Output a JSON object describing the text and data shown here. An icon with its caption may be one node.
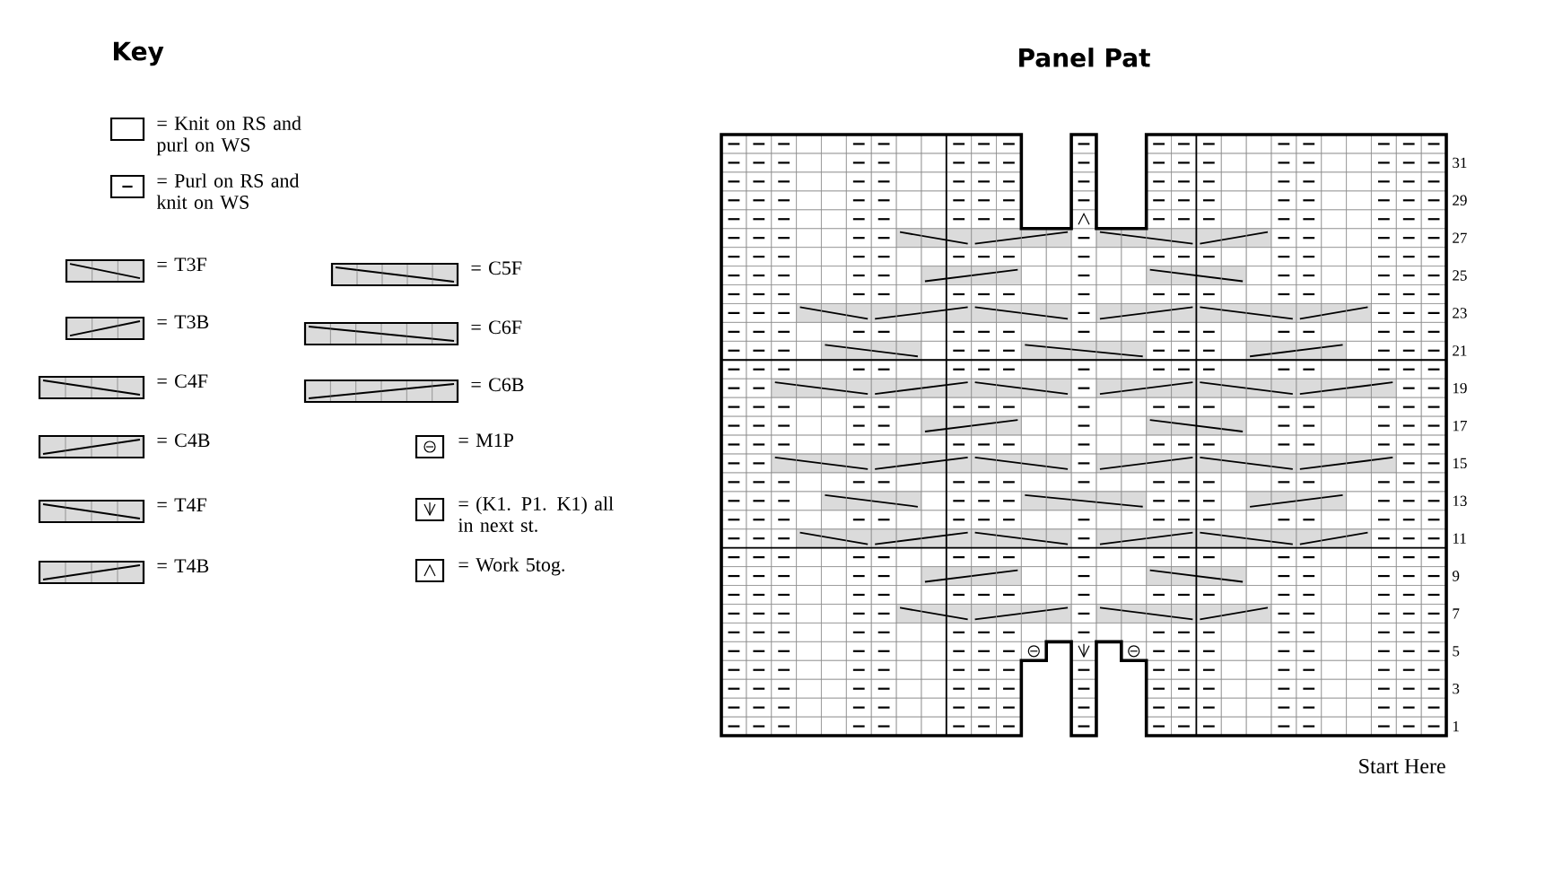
{
  "diagram": {
    "title": "Panel Pat",
    "labels": [
      "Key",
      "31",
      "29",
      "27",
      "25",
      "23",
      "21",
      "19",
      "17",
      "15",
      "13",
      "11",
      "9",
      "7",
      "5",
      "3",
      "1",
      "Start Here"
    ],
    "legend": [
      {
        "text": "= Knit on RS and purl on WS"
      },
      {
        "text": "= Purl on RS and knit on WS"
      },
      {
        "text": "= T3F"
      },
      {
        "text": "= T3B"
      },
      {
        "text": "= C4F"
      },
      {
        "text": "= C4B"
      },
      {
        "text": "= T4F"
      },
      {
        "text": "= T4B"
      },
      {
        "text": "= C5F"
      },
      {
        "text": "= C6F"
      },
      {
        "text": "= C6B"
      },
      {
        "text": "= M1P"
      },
      {
        "text": "= (K1. P1. K1) all in next st."
      },
      {
        "text": "= Work 5tog."
      }
    ]
  }
}
